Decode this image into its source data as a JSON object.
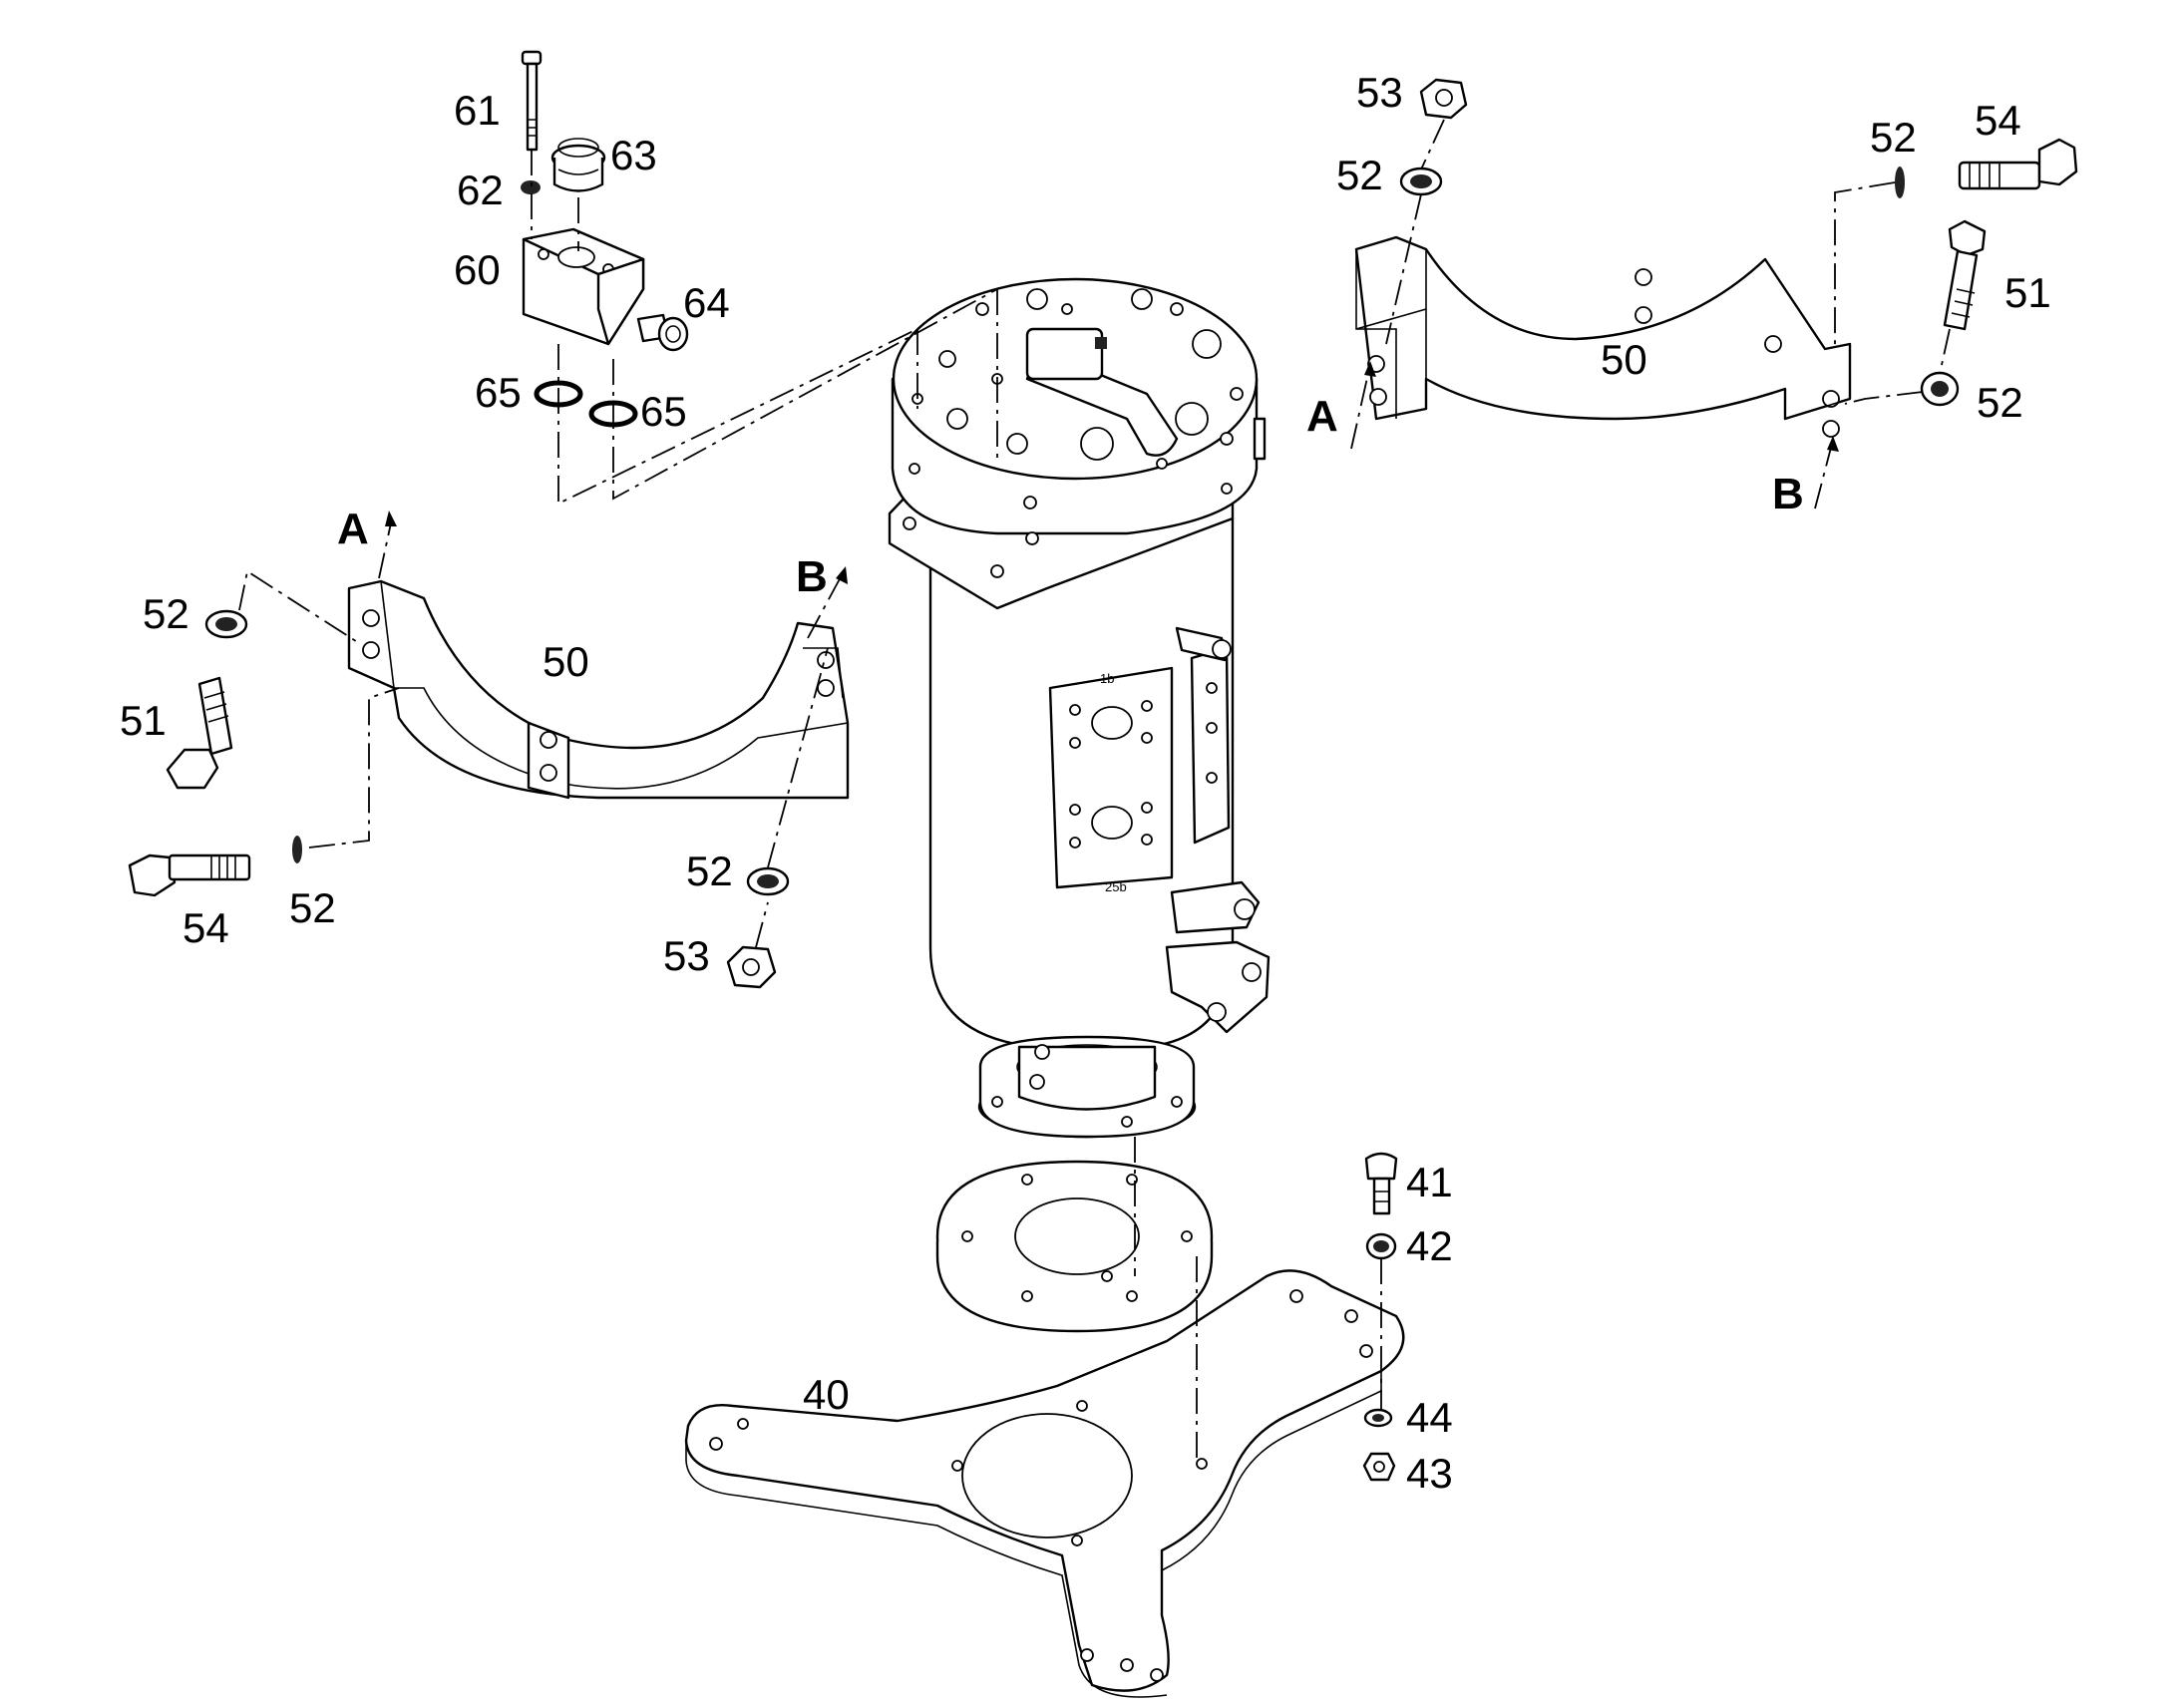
{
  "diagram": {
    "part_numbers": {
      "p40": "40",
      "p41": "41",
      "p42": "42",
      "p43": "43",
      "p44": "44",
      "p50_left": "50",
      "p50_right": "50",
      "p51_left": "51",
      "p51_right": "51",
      "p52_left_top": "52",
      "p52_left_bottom": "52",
      "p52_mid": "52",
      "p52_right_top": "52",
      "p52_right_top2": "52",
      "p52_right_bottom": "52",
      "p53_mid": "53",
      "p53_right": "53",
      "p54_left": "54",
      "p54_right": "54",
      "p60": "60",
      "p61": "61",
      "p62": "62",
      "p63": "63",
      "p64": "64",
      "p65_a": "65",
      "p65_b": "65"
    },
    "view_markers": {
      "a_left": "A",
      "b_left": "B",
      "a_right": "A",
      "b_right": "B"
    },
    "port_labels": {
      "p1b": "1b",
      "p25b": "25b"
    }
  }
}
